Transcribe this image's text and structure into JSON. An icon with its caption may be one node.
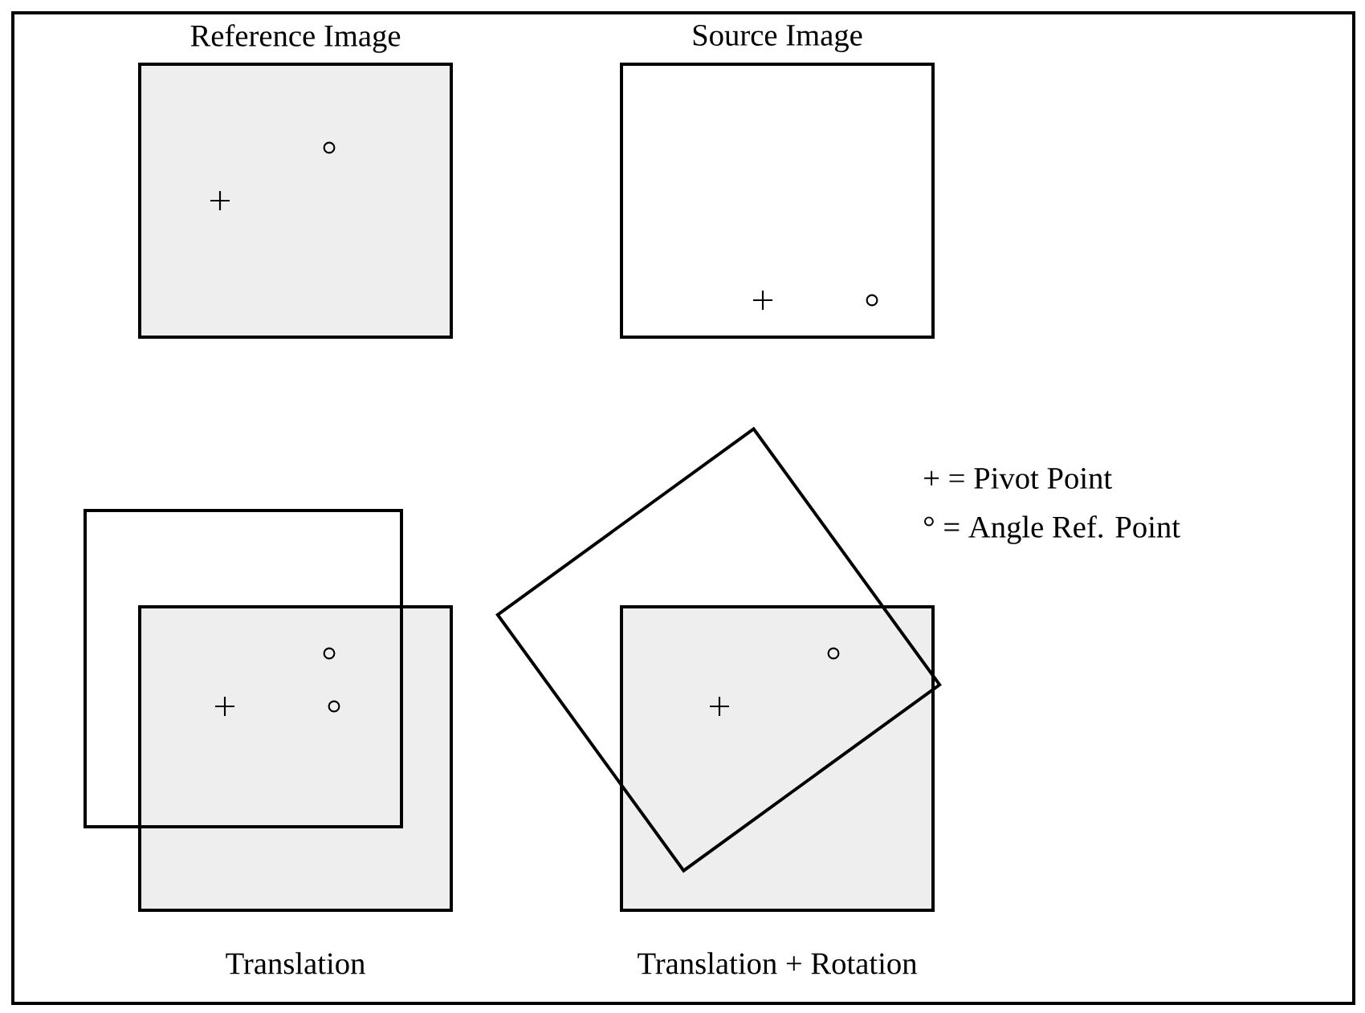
{
  "diagram": {
    "nodes": [
      {
        "text": [
          "Reference Image"
        ]
      },
      {
        "text": [
          "Source Image"
        ]
      },
      {
        "text": [],
        "shape": "box"
      },
      {
        "text": [
          "Translation"
        ]
      },
      {
        "text": [],
        "shape": "diamond"
      },
      {
        "text": [
          "Translation + Rotation"
        ]
      }
    ],
    "labels": [
      "+ = Pivot Point",
      "° = Angle Ref. Point"
    ]
  }
}
